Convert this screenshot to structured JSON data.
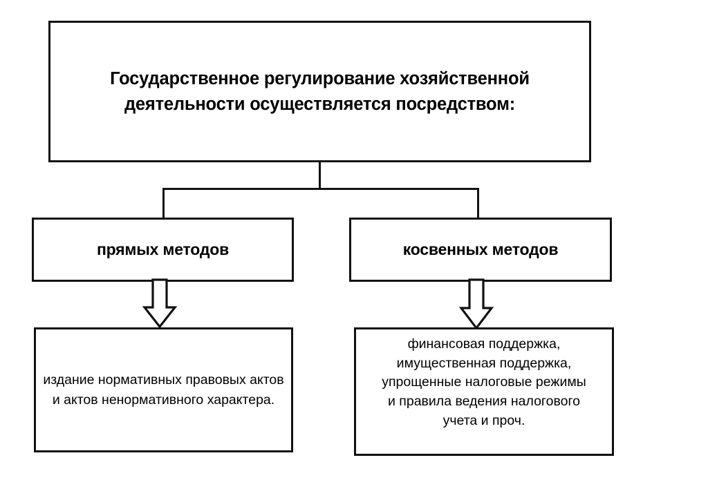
{
  "diagram": {
    "title_box": {
      "text": "Государственное регулирование хозяйственной деятельности осуществляется посредством:"
    },
    "branches": [
      {
        "label": "прямых методов",
        "detail": "издание нормативных правовых актов и актов ненормативного характера."
      },
      {
        "label": "косвенных методов",
        "detail": "финансовая поддержка,\nимущественная поддержка,\nупрощенные налоговые режимы\nи правила ведения налогового\nучета и проч."
      }
    ],
    "colors": {
      "stroke": "#111111",
      "fill": "#ffffff",
      "text": "#000000"
    }
  }
}
